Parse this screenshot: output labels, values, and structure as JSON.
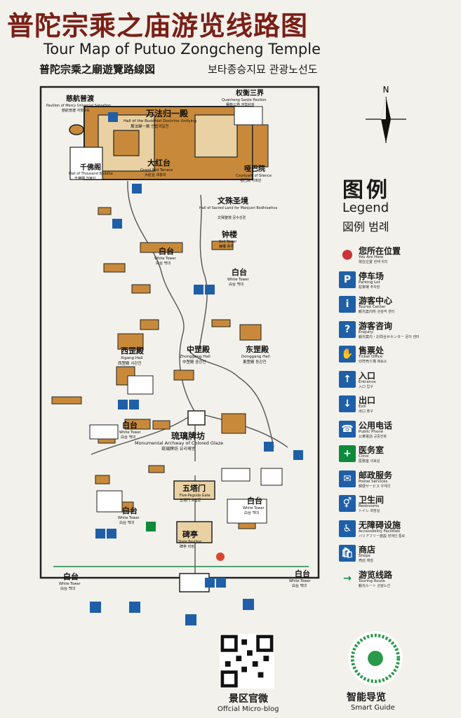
{
  "header": {
    "title_cn": "普陀宗乘之庙游览线路图",
    "title_en": "Tour Map of  Putuo Zongcheng Temple",
    "title_tw": "普陀宗乘之廟遊覽路線図",
    "title_kr": "보타종승지묘 관광노선도"
  },
  "compass": {
    "north": "N"
  },
  "legend": {
    "title": "图例",
    "title_en": "Legend",
    "title_tw": "図例",
    "title_kr": "범례",
    "items": [
      {
        "icon": "location-pin-icon",
        "symbol": "⬤",
        "cn": "您所在位置",
        "en": "You Are Here",
        "sub": "現在位置  현재 위치"
      },
      {
        "icon": "parking-icon",
        "symbol": "P",
        "cn": "停车场",
        "en": "Parking Lot",
        "sub": "駐車場  주차장"
      },
      {
        "icon": "tourist-center-icon",
        "symbol": "i",
        "cn": "游客中心",
        "en": "Tourist Center",
        "sub": "観光案内所  관광객 센터"
      },
      {
        "icon": "enquiry-icon",
        "symbol": "?",
        "cn": "游客咨询",
        "en": "Enquiry",
        "sub": "観光案内・お問合せセンター  문의 센터"
      },
      {
        "icon": "ticket-office-icon",
        "symbol": "✋",
        "cn": "售票处",
        "en": "Ticket Office",
        "sub": "切符売り場  매표소"
      },
      {
        "icon": "entrance-icon",
        "symbol": "↑",
        "cn": "入口",
        "en": "Entrance",
        "sub": "入口  입구"
      },
      {
        "icon": "exit-icon",
        "symbol": "↓",
        "cn": "出口",
        "en": "Exit",
        "sub": "出口  출구"
      },
      {
        "icon": "public-phone-icon",
        "symbol": "☎",
        "cn": "公用电话",
        "en": "Public Phone",
        "sub": "公衆電話  공중전화"
      },
      {
        "icon": "clinic-icon",
        "symbol": "+",
        "cn": "医务室",
        "en": "Clinic",
        "sub": "医務室  의료실"
      },
      {
        "icon": "postal-icon",
        "symbol": "✉",
        "cn": "邮政服务",
        "en": "Postal Services",
        "sub": "郵便サービス  우체국"
      },
      {
        "icon": "restroom-icon",
        "symbol": "⚥",
        "cn": "卫生间",
        "en": "Restrooms",
        "sub": "トイレ  화장실"
      },
      {
        "icon": "accessibility-icon",
        "symbol": "♿",
        "cn": "无障碍设施",
        "en": "Accessibility Facilities",
        "sub": "バリアフリー施設  장애인 통로"
      },
      {
        "icon": "shop-icon",
        "symbol": "🛍",
        "cn": "商店",
        "en": "Shops",
        "sub": "売店  매점"
      },
      {
        "icon": "touring-route-icon",
        "symbol": "→",
        "cn": "游览线路",
        "en": "Touring Route",
        "sub": "観光ルート  관광노선"
      }
    ]
  },
  "map": {
    "labels": {
      "wanfa_cn": "万法归一殿",
      "wanfa_en": "Hall of the Buddhist Doctrine Unifying",
      "wanfa_tw": "萬法歸一殿  만법귀일전",
      "dahongtai_cn": "大红台",
      "dahongtai_en": "Grand Red Terrace",
      "dahongtai_tw": "大紅台  대홍대",
      "cihang_cn": "慈航普渡",
      "cihang_en": "Pavilion of Mercy Universal Salvation",
      "cihang_tw": "慈航普渡  자항보도",
      "quanheng_cn": "权衡三界",
      "quanheng_en": "Quanheng Sanjie Pavilion",
      "quanheng_tw": "權衡三界  권형삼계",
      "qianfo_cn": "千佛阁",
      "qianfo_en": "Hall of Thousand Buddha",
      "qianfo_tw": "千佛閣  천불각",
      "yaba_cn": "哑巴院",
      "yaba_en": "Courtyard of Silence",
      "yaba_tw": "啞巴院  아파원",
      "wenshu_cn": "文殊圣境",
      "wenshu_en": "Hall of Sacred Land for Manjusri Bodhisattva",
      "wenshu_tw": "文殊聖境  문수성경",
      "zhonglou_cn": "钟楼",
      "zhonglou_en": "Bell Tower",
      "zhonglou_tw": "鐘樓  종루",
      "baitai_cn": "白台",
      "baitai_en": "White Tower",
      "baitai_tw": "白台  백대",
      "xigang_cn": "西罡殿",
      "xigang_en": "Xigang Hall",
      "xigang_tw": "西罡殿  서강전",
      "zhonggang_cn": "中罡殿",
      "zhonggang_en": "Zhonggang Hall",
      "zhonggang_tw": "中罡殿  중강전",
      "donggang_cn": "东罡殿",
      "donggang_en": "Donggang Hall",
      "donggang_tw": "東罡殿  동강전",
      "liuli_cn": "琉璃牌坊",
      "liuli_en": "Monumental Archway of Colored Glaze",
      "liuli_tw": "琉璃牌坊  유리패방",
      "wuta_cn": "五塔门",
      "wuta_en": "Five-Pagoda Gate",
      "wuta_tw": "五塔門  오탑문",
      "beiting_cn": "碑亭",
      "beiting_en": "Stele Pavilion",
      "beiting_tw": "碑亭  비정"
    }
  },
  "qr_official": {
    "cn": "景区官微",
    "en": "Offcial Micro-blog"
  },
  "qr_guide": {
    "cn": "智能导览",
    "en": "Smart Guide"
  }
}
